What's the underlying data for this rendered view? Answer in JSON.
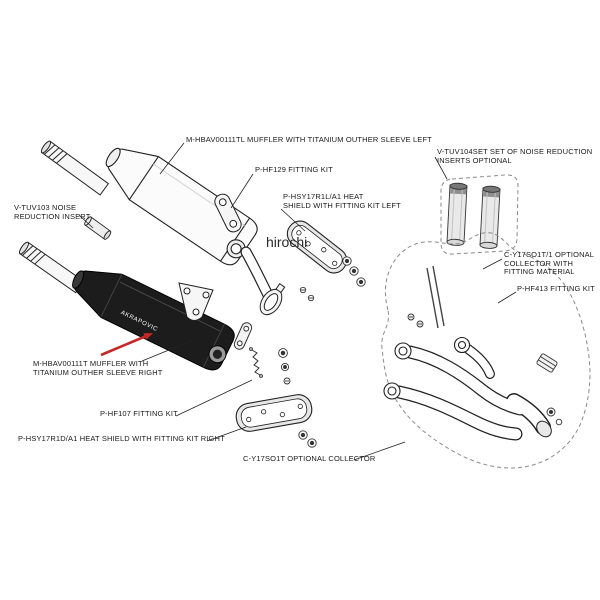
{
  "watermark": "hirochi",
  "muffler_logo": "AKRAPOVIC",
  "colors": {
    "ink": "#1a1a1a",
    "accent_red": "#c62828",
    "dashed_outline": "#8a8a8a",
    "muffler_fill": "#1c1c1c"
  },
  "labels": {
    "muffler_left": {
      "lines": [
        "M-HBAV00111TL MUFFLER WITH TITANIUM OUTHER SLEEVE LEFT"
      ]
    },
    "fitting_hf129": {
      "lines": [
        "P-HF129 FITTING KIT"
      ]
    },
    "inserts_optional": {
      "lines": [
        "V-TUV104SET SET OF NOISE REDUCTION",
        "INSERTS OPTIONAL"
      ]
    },
    "heat_shield_left": {
      "lines": [
        "P-HSY17R1L/A1 HEAT",
        "SHIELD WITH FITTING KIT LEFT"
      ]
    },
    "noise_insert": {
      "lines": [
        "V-TUV103 NOISE",
        "REDUCTION INSERT"
      ]
    },
    "collector_with_material": {
      "lines": [
        "C-Y17SO1T/1 OPTIONAL",
        "COLLECTOR WITH",
        "FITTING MATERIAL"
      ]
    },
    "fitting_hf413": {
      "lines": [
        "P-HF413 FITTING KIT"
      ]
    },
    "muffler_right": {
      "lines": [
        "M-HBAV00111T MUFFLER WITH",
        "TITANIUM OUTHER SLEEVE RIGHT"
      ]
    },
    "fitting_hf107": {
      "lines": [
        "P-HF107 FITTING KIT"
      ]
    },
    "heat_shield_right": {
      "lines": [
        "P-HSY17R1D/A1 HEAT SHIELD WITH FITTING KIT RIGHT"
      ]
    },
    "collector_optional": {
      "lines": [
        "C-Y17SO1T OPTIONAL COLLECTOR"
      ]
    }
  }
}
